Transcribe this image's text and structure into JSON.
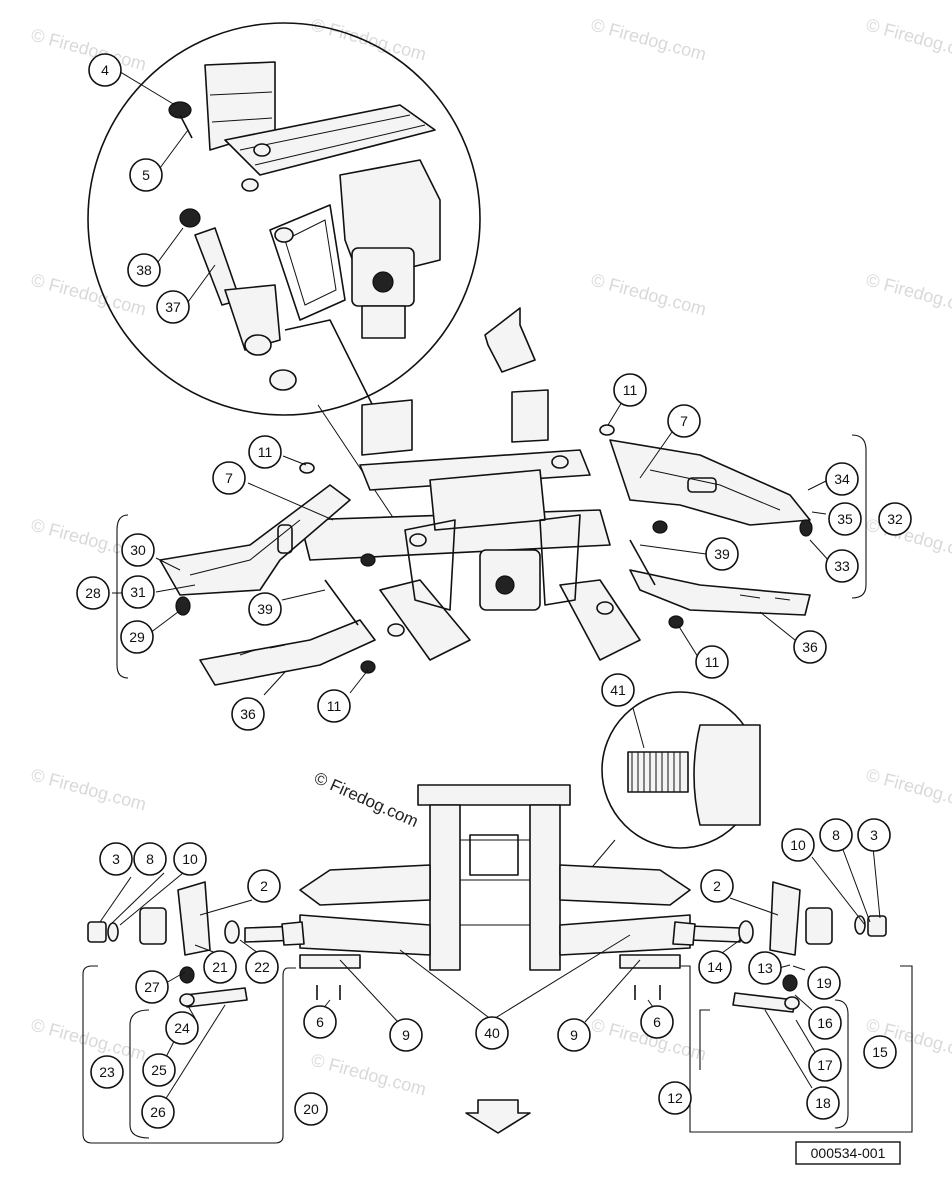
{
  "watermark": "© Firedog.com",
  "credit": "© Firedog.com",
  "figure_id": "000534-001",
  "callouts": [
    {
      "id": "c4",
      "label": "4"
    },
    {
      "id": "c5",
      "label": "5"
    },
    {
      "id": "c38",
      "label": "38"
    },
    {
      "id": "c37",
      "label": "37"
    },
    {
      "id": "c11a",
      "label": "11"
    },
    {
      "id": "c7a",
      "label": "7"
    },
    {
      "id": "c11b",
      "label": "11"
    },
    {
      "id": "c7b",
      "label": "7"
    },
    {
      "id": "c34",
      "label": "34"
    },
    {
      "id": "c35",
      "label": "35"
    },
    {
      "id": "c32",
      "label": "32"
    },
    {
      "id": "c33",
      "label": "33"
    },
    {
      "id": "c39a",
      "label": "39"
    },
    {
      "id": "c36a",
      "label": "36"
    },
    {
      "id": "c11c",
      "label": "11"
    },
    {
      "id": "c30",
      "label": "30"
    },
    {
      "id": "c31",
      "label": "31"
    },
    {
      "id": "c28",
      "label": "28"
    },
    {
      "id": "c29",
      "label": "29"
    },
    {
      "id": "c39b",
      "label": "39"
    },
    {
      "id": "c36b",
      "label": "36"
    },
    {
      "id": "c11d",
      "label": "11"
    },
    {
      "id": "c41",
      "label": "41"
    },
    {
      "id": "c3a",
      "label": "3"
    },
    {
      "id": "c8a",
      "label": "8"
    },
    {
      "id": "c10a",
      "label": "10"
    },
    {
      "id": "c2a",
      "label": "2"
    },
    {
      "id": "c21",
      "label": "21"
    },
    {
      "id": "c22",
      "label": "22"
    },
    {
      "id": "c27",
      "label": "27"
    },
    {
      "id": "c24",
      "label": "24"
    },
    {
      "id": "c25",
      "label": "25"
    },
    {
      "id": "c23",
      "label": "23"
    },
    {
      "id": "c26",
      "label": "26"
    },
    {
      "id": "c20",
      "label": "20"
    },
    {
      "id": "c6a",
      "label": "6"
    },
    {
      "id": "c9a",
      "label": "9"
    },
    {
      "id": "c40",
      "label": "40"
    },
    {
      "id": "c9b",
      "label": "9"
    },
    {
      "id": "c6b",
      "label": "6"
    },
    {
      "id": "c10b",
      "label": "10"
    },
    {
      "id": "c8b",
      "label": "8"
    },
    {
      "id": "c3b",
      "label": "3"
    },
    {
      "id": "c2b",
      "label": "2"
    },
    {
      "id": "c14",
      "label": "14"
    },
    {
      "id": "c13",
      "label": "13"
    },
    {
      "id": "c19",
      "label": "19"
    },
    {
      "id": "c16",
      "label": "16"
    },
    {
      "id": "c15",
      "label": "15"
    },
    {
      "id": "c17",
      "label": "17"
    },
    {
      "id": "c12",
      "label": "12"
    },
    {
      "id": "c18",
      "label": "18"
    }
  ]
}
